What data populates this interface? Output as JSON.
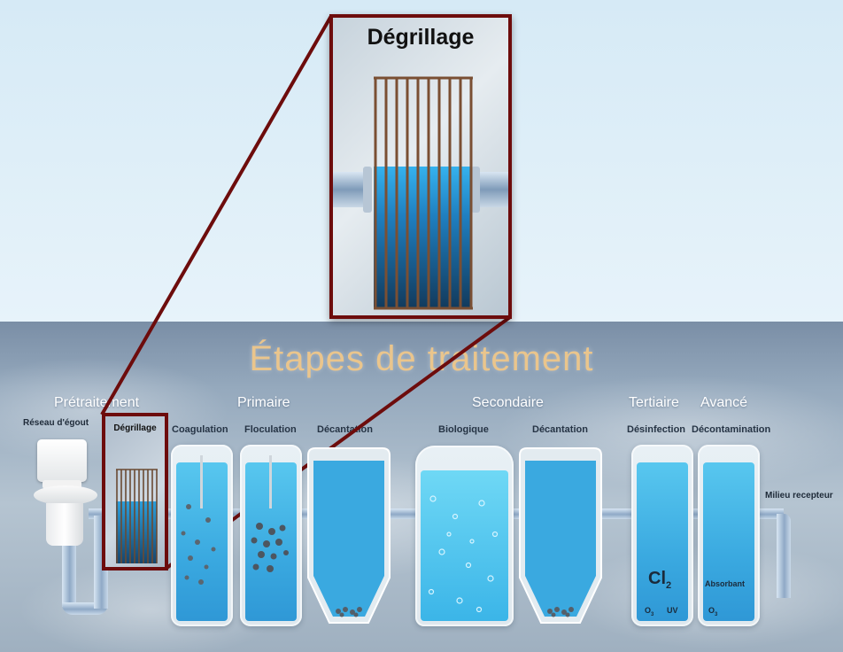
{
  "diagram": {
    "title": "Étapes de traitement",
    "groups": {
      "pretraitement": "Prétraitement",
      "primaire": "Primaire",
      "secondaire": "Secondaire",
      "tertiaire": "Tertiaire",
      "avance": "Avancé"
    },
    "inputs": {
      "reseau": "Réseau d'égout",
      "milieu": "Milieu recepteur"
    },
    "steps": {
      "degrillage": "Dégrillage",
      "coagulation": "Coagulation",
      "floculation": "Floculation",
      "decantation1": "Décantation",
      "biologique": "Biologique",
      "decantation2": "Décantation",
      "desinfection": "Désinfection",
      "decontamination": "Décontamination"
    },
    "chemicals": {
      "cl2": "Cl",
      "cl2_sub": "2",
      "o3_a": "O",
      "o3_a_sub": "3",
      "uv": "UV",
      "absorbant": "Absorbant",
      "o3_b": "O",
      "o3_b_sub": "3"
    },
    "zoom": {
      "title": "Dégrillage"
    },
    "colors": {
      "highlight_frame": "#6d0c0c",
      "water": "#3aa9e0",
      "title": "#eac58c"
    }
  }
}
